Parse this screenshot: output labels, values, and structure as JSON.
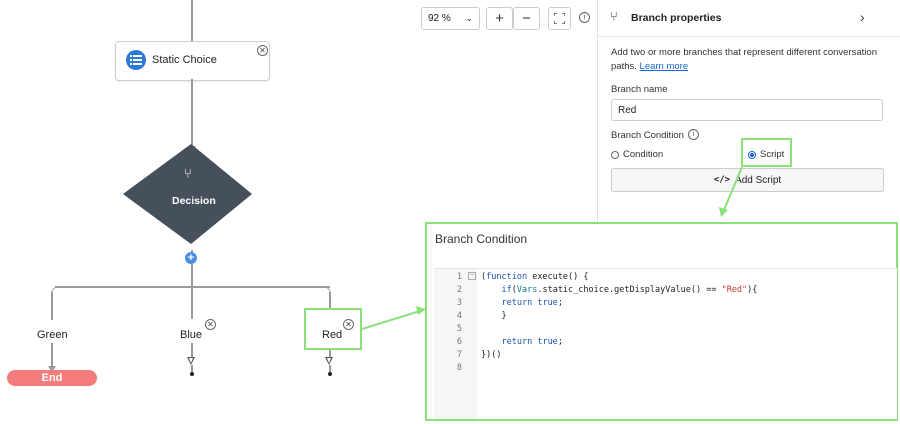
{
  "canvas": {
    "static_choice_label": "Static Choice",
    "decision_label": "Decision",
    "branches": [
      {
        "label": "Green"
      },
      {
        "label": "Blue"
      },
      {
        "label": "Red"
      }
    ],
    "end_label": "End"
  },
  "zoom": {
    "value": "92 %",
    "zoom_in": "+",
    "zoom_out": "−"
  },
  "panel": {
    "title": "Branch properties",
    "description": "Add two or more branches that represent different conversation paths.",
    "learn_more": "Learn more",
    "branch_name_label": "Branch name",
    "branch_name_value": "Red",
    "branch_condition_label": "Branch Condition",
    "radio_condition": "Condition",
    "radio_script": "Script",
    "add_script": "Add Script"
  },
  "popup": {
    "title": "Branch Condition",
    "lines": [
      {
        "n": "1",
        "code": "(function execute() {"
      },
      {
        "n": "2",
        "code": "    if(Vars.static_choice.getDisplayValue() == \"Red\"){"
      },
      {
        "n": "3",
        "code": "    return true;"
      },
      {
        "n": "4",
        "code": "    }"
      },
      {
        "n": "5",
        "code": ""
      },
      {
        "n": "6",
        "code": "    return true;"
      },
      {
        "n": "7",
        "code": "})()"
      },
      {
        "n": "8",
        "code": ""
      }
    ]
  },
  "colors": {
    "highlight": "#8be07a",
    "decision": "#45505a",
    "end": "#f47c7c",
    "accent": "#1a66d6"
  }
}
